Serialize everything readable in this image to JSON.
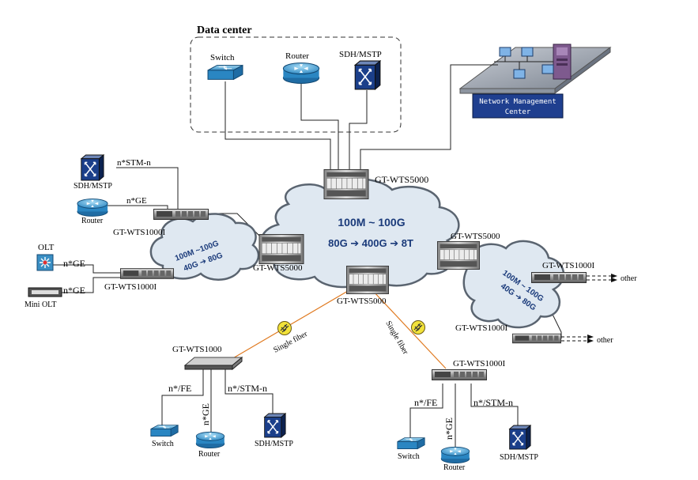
{
  "colors": {
    "cloud_fill": "#dfe8f1",
    "cloud_stroke": "#5a6470",
    "fiber": "#e07a20",
    "device_blue": "#1b3f8a",
    "router_blue": "#3aa0d8",
    "nmc_panel": "#1f3f8f",
    "cloud_text": "#1a3a7a"
  },
  "data_center": {
    "title": "Data center",
    "switch": "Switch",
    "router": "Router",
    "sdh": "SDH/MSTP"
  },
  "nmc": {
    "line1": "Network Management",
    "line2": "Center"
  },
  "core": {
    "top": "GT-WTS5000",
    "left": "GT-WTS5000",
    "right": "GT-WTS5000",
    "bottom": "GT-WTS5000",
    "speed": "100M ~ 100G",
    "evolution": "80G ➔ 400G ➔ 8T"
  },
  "left_cloud": {
    "speed": "100M ~100G",
    "evolution": "40G ➔ 80G",
    "node_top": "GT-WTS1000I",
    "node_bottom": "GT-WTS1000I",
    "sdh": "SDH/MSTP",
    "router": "Router",
    "link_stm": "n*STM-n",
    "link_ge": "n*GE",
    "olt": "OLT",
    "olt_link": "n*GE",
    "mini_olt": "Mini OLT",
    "mini_olt_link": "n*GE"
  },
  "right_cloud": {
    "speed": "100M ~ 100G",
    "evolution": "40G ➔ 80G",
    "node_top": "GT-WTS1000I",
    "node_bottom": "GT-WTS1000I",
    "other_top": "other",
    "other_bottom": "other"
  },
  "bottom_left": {
    "node": "GT-WTS1000",
    "fiber": "Single fiber",
    "fe": "n*/FE",
    "ge": "n*GE",
    "stm": "n*/STM-n",
    "switch": "Switch",
    "router": "Router",
    "sdh": "SDH/MSTP"
  },
  "bottom_right": {
    "node": "GT-WTS1000I",
    "fiber": "Single fiber",
    "fe": "n*/FE",
    "ge": "n*GE",
    "stm": "n*/STM-n",
    "switch": "Switch",
    "router": "Router",
    "sdh": "SDH/MSTP"
  }
}
